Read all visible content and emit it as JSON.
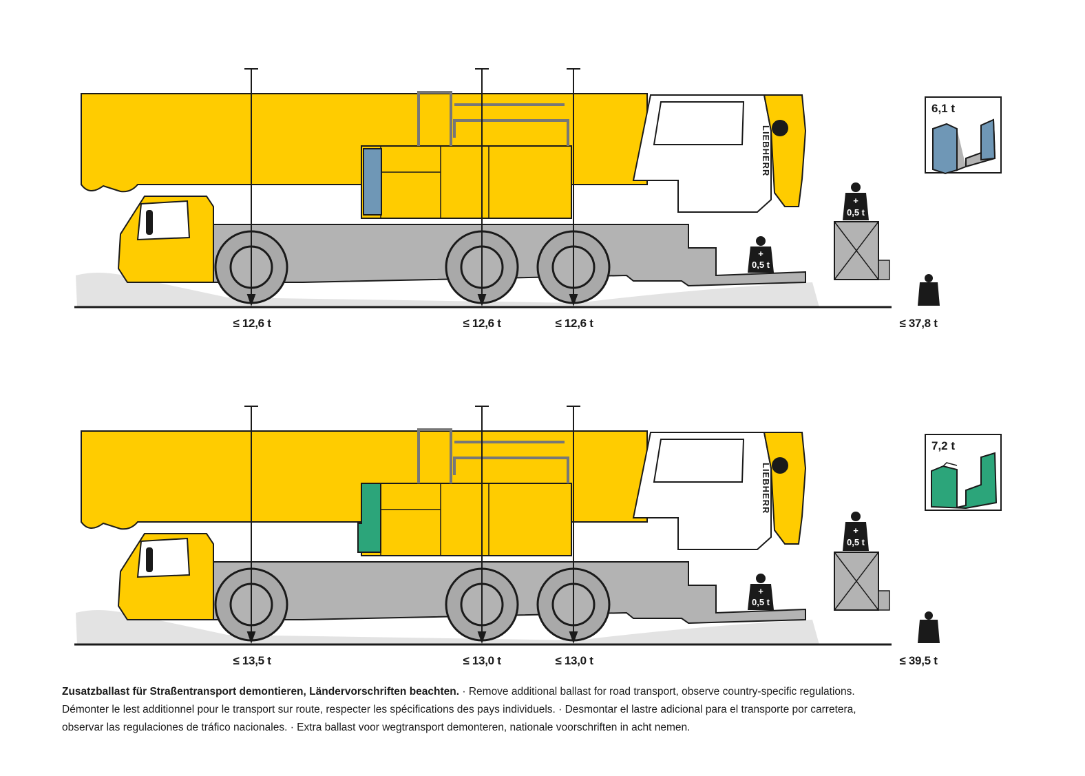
{
  "brand": "LIEBHERR",
  "weight_marker": "0,5 t",
  "weight_plus": "+",
  "colors": {
    "body_yellow": "#ffcc00",
    "chassis_grey": "#b3b3b3",
    "shadow_grey": "#e3e3e3",
    "ballast_blue": "#6f97b6",
    "ballast_green": "#2ca57a"
  },
  "configs": [
    {
      "ballast_weight": "6,1 t",
      "ballast_color": "blue",
      "axle_loads": [
        "≤ 12,6 t",
        "≤ 12,6 t",
        "≤ 12,6 t"
      ],
      "total_weight": "≤ 37,8 t"
    },
    {
      "ballast_weight": "7,2 t",
      "ballast_color": "green",
      "axle_loads": [
        "≤ 13,5 t",
        "≤ 13,0 t",
        "≤ 13,0 t"
      ],
      "total_weight": "≤ 39,5 t"
    }
  ],
  "caption": {
    "bold": "Zusatzballast für Straßentransport demontieren, Ländervorschriften beachten.",
    "rest": " · Remove additional ballast for road transport, observe country-specific regulations. Démonter le lest additionnel pour le transport sur route, respecter les spécifications des pays individuels. · Desmontar el lastre adicional para el transporte por carretera, observar las regulaciones de tráfico nacionales. · Extra ballast voor wegtransport demonteren, nationale voorschriften in acht nemen."
  }
}
